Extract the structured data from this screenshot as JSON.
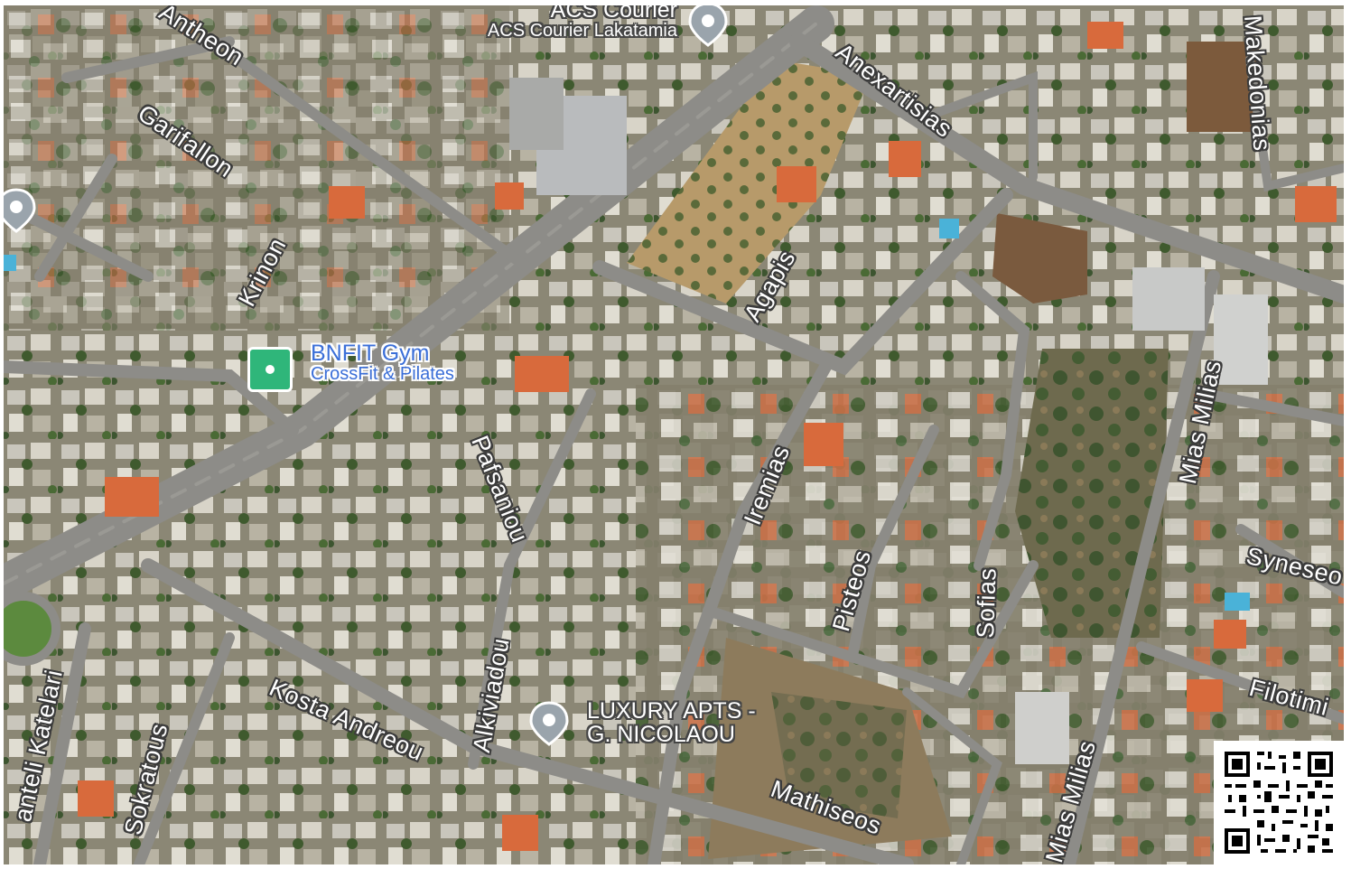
{
  "map": {
    "roads": [
      {
        "id": "antheon",
        "label": "Antheon"
      },
      {
        "id": "garifallon",
        "label": "Garifallon"
      },
      {
        "id": "krinon",
        "label": "Krinon"
      },
      {
        "id": "anexartisias",
        "label": "Anexartisias"
      },
      {
        "id": "makedonias",
        "label": "Makedonias"
      },
      {
        "id": "agapis",
        "label": "Agapis"
      },
      {
        "id": "pafsaniou",
        "label": "Pafsaniou"
      },
      {
        "id": "iremias",
        "label": "Iremias"
      },
      {
        "id": "mias_milias_top",
        "label": "Mias Milias"
      },
      {
        "id": "mias_milias_bottom",
        "label": "Mias Milias"
      },
      {
        "id": "syneseos",
        "label": "Syneseo"
      },
      {
        "id": "pisteos",
        "label": "Pisteos"
      },
      {
        "id": "sofias",
        "label": "Sofias"
      },
      {
        "id": "filotimias",
        "label": "Filotimi"
      },
      {
        "id": "alkiviadou",
        "label": "Alkiviadou"
      },
      {
        "id": "kosta_andreou",
        "label": "Kosta Andreou"
      },
      {
        "id": "mathiseos",
        "label": "Mathiseos"
      },
      {
        "id": "pantelis_katelari",
        "label": "anteli Katelari"
      },
      {
        "id": "sokratous",
        "label": "Sokratous"
      }
    ],
    "pois": {
      "acs_courier": {
        "title": "ACS Courier",
        "subtitle": "ACS Courier Lakatamia",
        "icon": "location-pin-icon"
      },
      "bnfit_gym": {
        "title": "BNFIT Gym",
        "subtitle": "CrossFit & Pilates",
        "icon": "gym-marker-icon",
        "color": "#2fb67a"
      },
      "luxury_apts": {
        "title": "LUXURY APTS -",
        "subtitle": "G. NICOLAOU",
        "icon": "location-pin-icon"
      }
    },
    "colors": {
      "road": "#8a8a88",
      "roof_orange": "#d86a3c",
      "vegetation": "#4d6b3a",
      "field": "#b79a6a",
      "pool": "#4ab2d8"
    }
  },
  "qr_code": {
    "icon": "qr-code-icon"
  }
}
